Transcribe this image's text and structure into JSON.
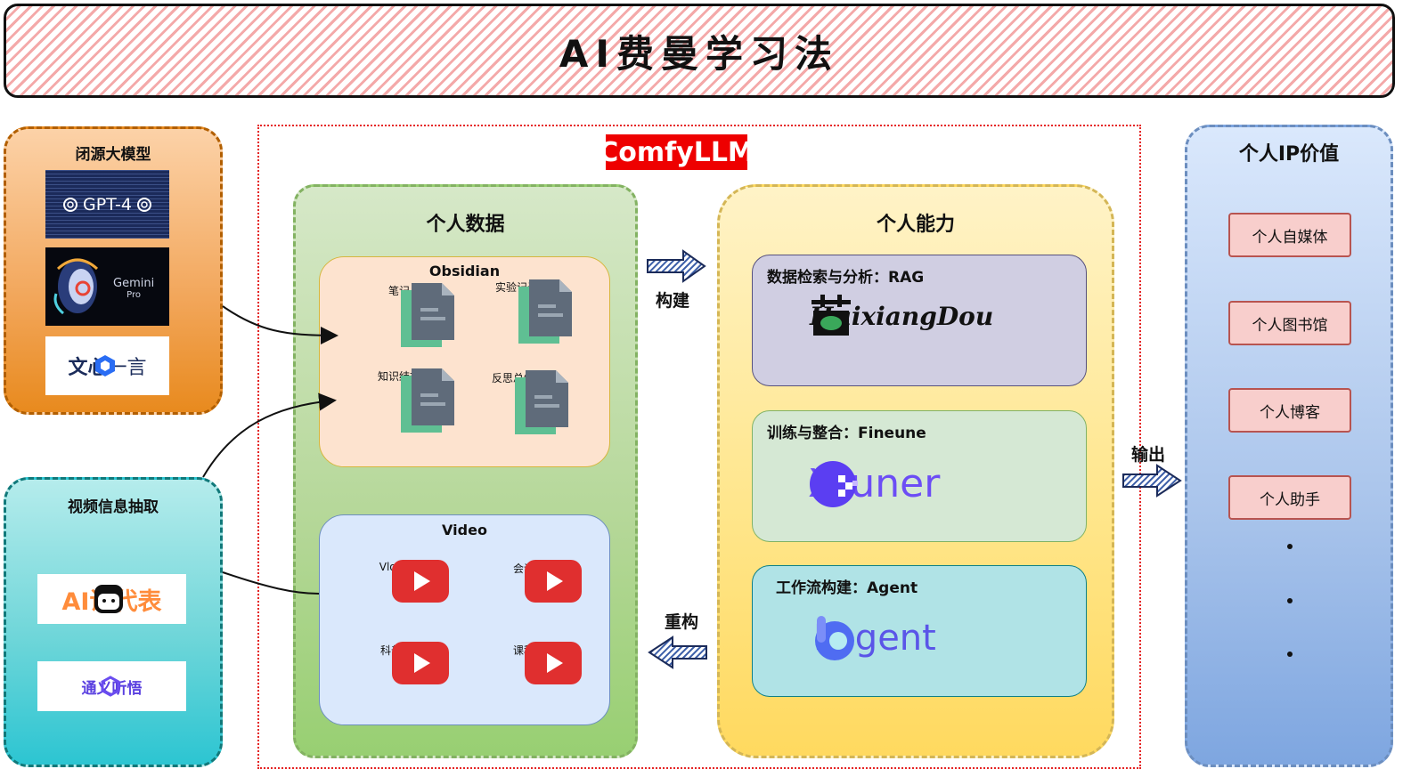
{
  "title": "AI费曼学习法",
  "closed_models": {
    "title": "闭源大模型",
    "logos": [
      {
        "name": "GPT-4",
        "text": "GPT-4"
      },
      {
        "name": "Gemini Pro",
        "line1": "Gemini",
        "line2": "Pro"
      },
      {
        "name": "文心一言",
        "text_bold": "文心",
        "text_light": "一言"
      }
    ]
  },
  "video_extract": {
    "title": "视频信息抽取",
    "logos": [
      {
        "name": "AI课代表",
        "text": "AI课代表"
      },
      {
        "name": "通义听悟",
        "text": "通义听悟"
      }
    ]
  },
  "comfy": {
    "label": "ComfyLLM"
  },
  "personal_data": {
    "title": "个人数据",
    "obsidian": {
      "title": "Obsidian",
      "items": [
        "笔记",
        "实验记录",
        "知识结构",
        "反思总结"
      ]
    },
    "video": {
      "title": "Video",
      "items": [
        "Vlog",
        "会议",
        "科普",
        "课程"
      ]
    }
  },
  "flows": {
    "build": "构建",
    "rebuild": "重构",
    "output": "输出"
  },
  "personal_ability": {
    "title": "个人能力",
    "cards": [
      {
        "title": "数据检索与分析：RAG",
        "logo": "HuixiangDou"
      },
      {
        "title": "训练与整合：Fineune",
        "logo": "Xtuner"
      },
      {
        "title": "工作流构建：Agent",
        "logo": "Lagent"
      }
    ]
  },
  "ip_value": {
    "title": "个人IP价值",
    "items": [
      "个人自媒体",
      "个人图书馆",
      "个人博客",
      "个人助手"
    ]
  },
  "colors": {
    "banner_stripe": "#f4a9a9",
    "comfy_red": "#ee0000",
    "youtube_red": "#e02f2f",
    "doc_grey": "#5f6b7a",
    "doc_green": "#5fbf93"
  }
}
